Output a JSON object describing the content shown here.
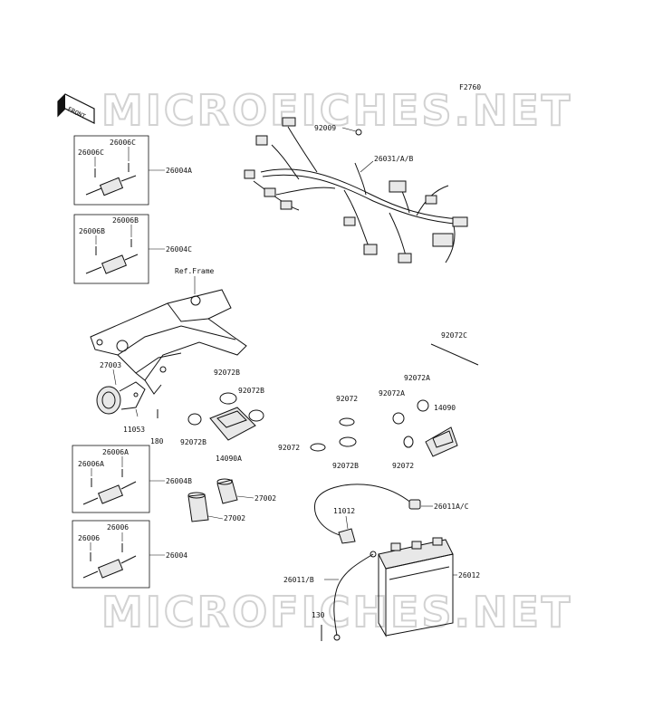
{
  "figure_code": "F2760",
  "watermark": "MICROFICHES.NET",
  "front_tag": "FRONT",
  "ref_frame": "Ref.Frame",
  "parts": {
    "p92009": "92009",
    "p26031": "26031/A/B",
    "p26006C_a": "26006C",
    "p26006C_b": "26006C",
    "p26004A": "26004A",
    "p26006B_a": "26006B",
    "p26006B_b": "26006B",
    "p26004C": "26004C",
    "p27003": "27003",
    "p11053": "11053",
    "p180": "180",
    "p92072B_a": "92072B",
    "p92072B_b": "92072B",
    "p92072B_c": "92072B",
    "p14090A": "14090A",
    "p92072_a": "92072",
    "p92072_b": "92072",
    "p92072B_d": "92072B",
    "p92072C": "92072C",
    "p92072A_a": "92072A",
    "p92072A_b": "92072A",
    "p14090": "14090",
    "p92072_c": "92072",
    "p26006A_a": "26006A",
    "p26006A_b": "26006A",
    "p26004B": "26004B",
    "p27002_a": "27002",
    "p27002_b": "27002",
    "p26006_a": "26006",
    "p26006_b": "26006",
    "p26004": "26004",
    "p11012": "11012",
    "p26011AC": "26011A/C",
    "p26011B": "26011/B",
    "p26012": "26012",
    "p130": "130"
  }
}
